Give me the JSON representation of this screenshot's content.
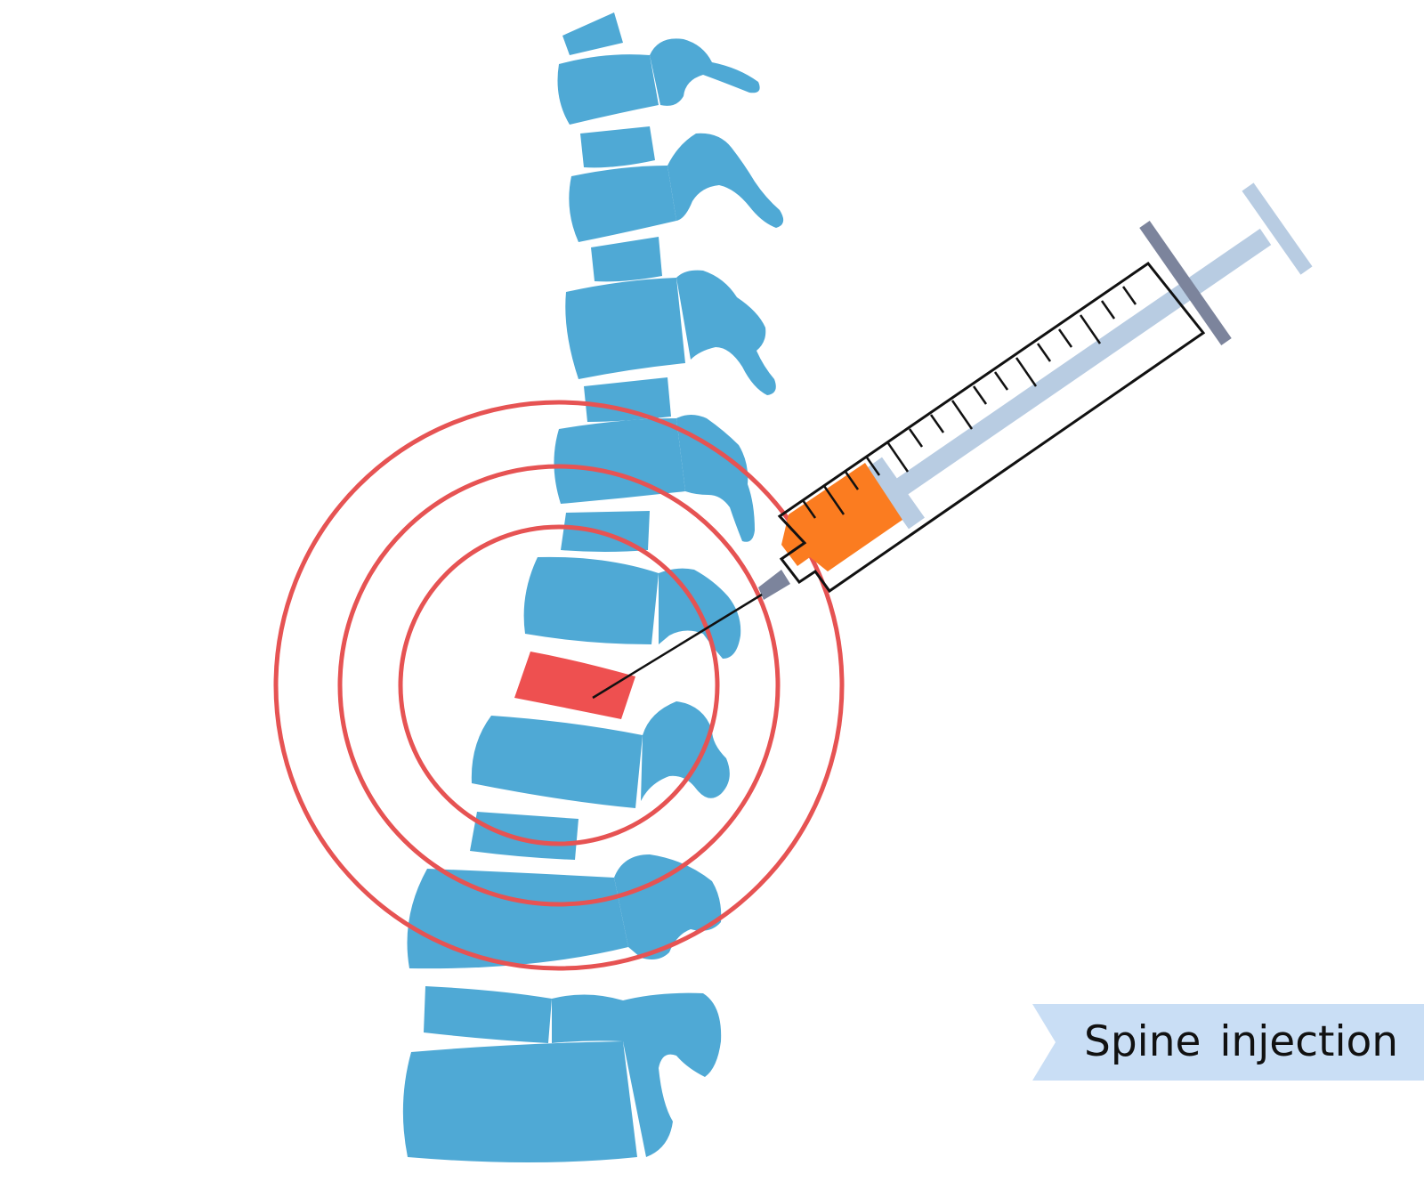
{
  "caption": {
    "text": "Spine injection"
  },
  "colors": {
    "vertebra": "#4fa9d5",
    "disc_gap": "#ffffff",
    "herniated_disc": "#ee5050",
    "pain_rings": "#e65353",
    "syringe_outline": "#111111",
    "syringe_fluid": "#fb7c20",
    "plunger": "#b8cce2",
    "plunger_grip": "#7c849c",
    "caption_ribbon": "#c9def5",
    "caption_text": "#111111"
  },
  "icons": {
    "spine": "spine-illustration",
    "target": "pain-target-rings",
    "syringe": "syringe-icon"
  }
}
